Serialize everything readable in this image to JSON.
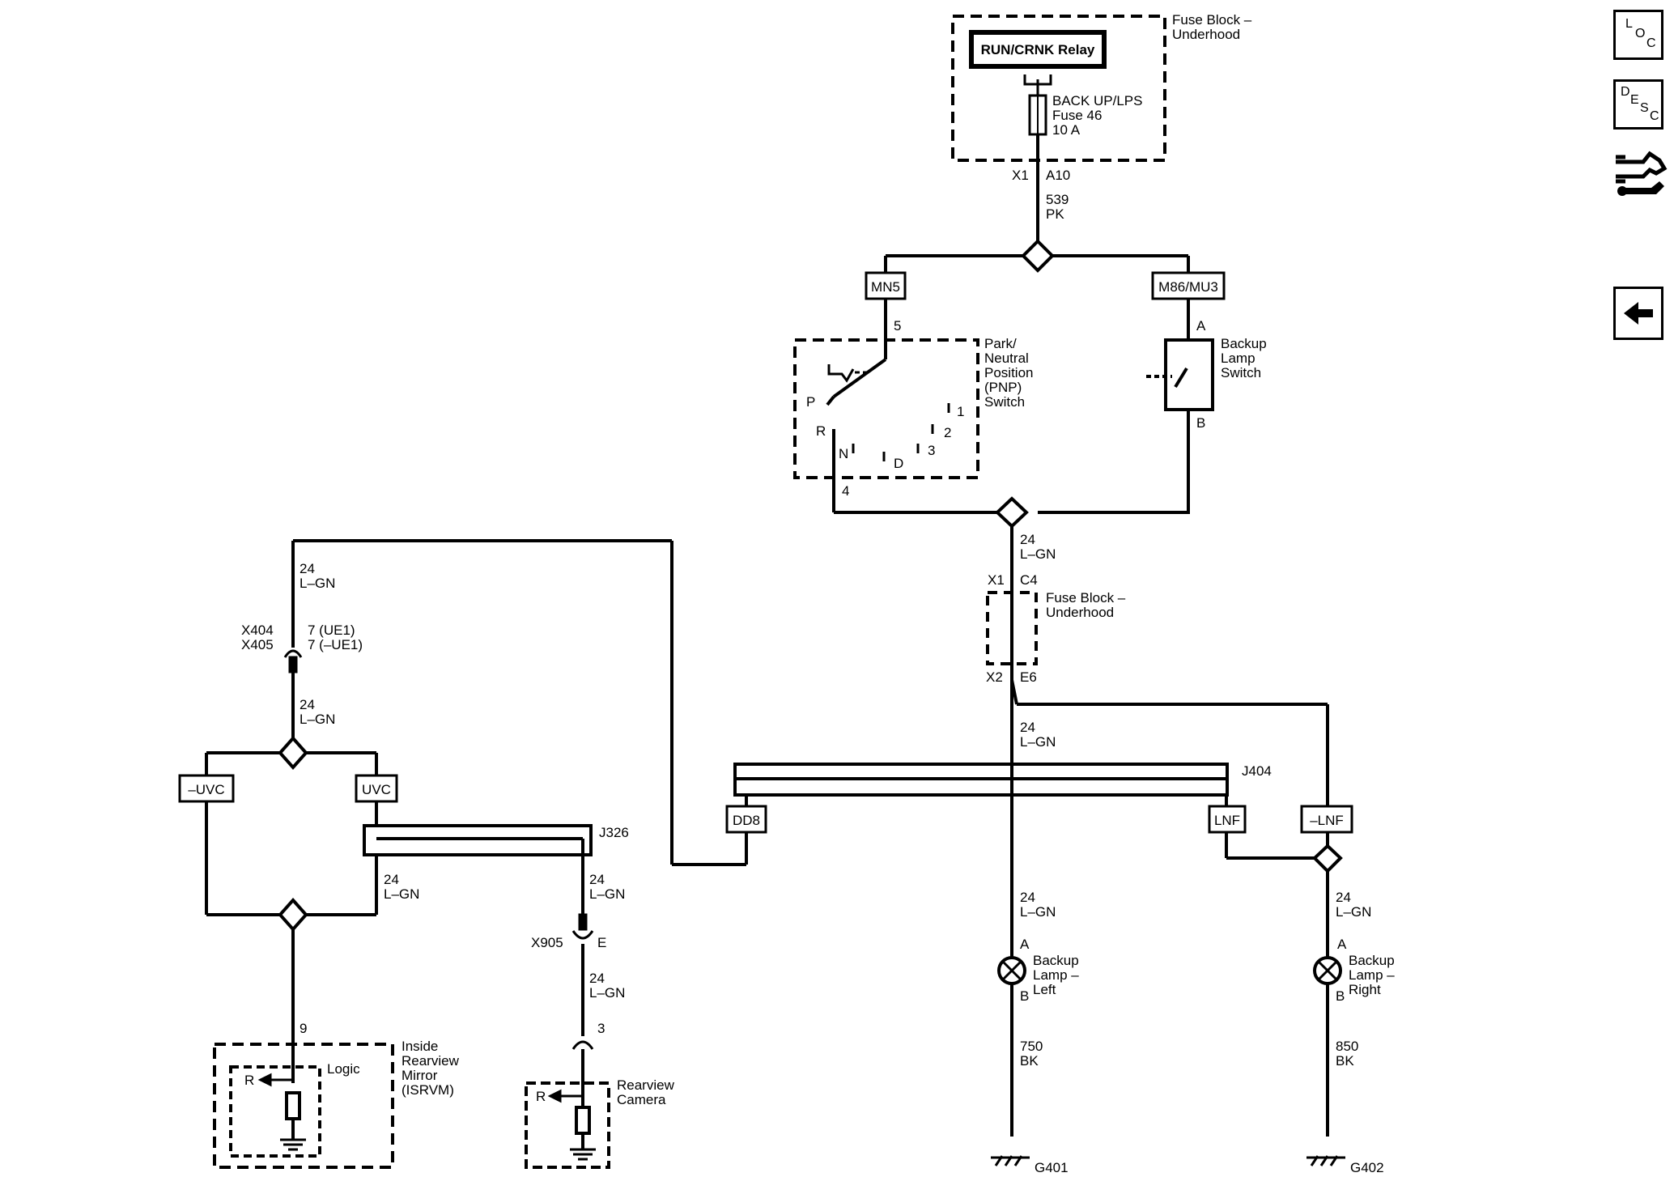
{
  "nav": {
    "loc": {
      "l1": "L",
      "l2": "O",
      "l3": "C"
    },
    "desc": {
      "l1": "D",
      "l2": "E",
      "l3": "S",
      "l4": "C"
    },
    "connector_icon": "connector-wrench-icon",
    "back_icon": "left-arrow-icon"
  },
  "fuse_block_top": {
    "label_line1": "Fuse Block –",
    "label_line2": "Underhood",
    "relay": "RUN/CRNK Relay",
    "fuse_line1": "BACK UP/LPS",
    "fuse_line2": "Fuse 46",
    "fuse_line3": "10 A",
    "pin_x1": "X1",
    "pin_a10": "A10"
  },
  "wire_539": {
    "num": "539",
    "color": "PK"
  },
  "options": {
    "mn5": "MN5",
    "m86": "M86/MU3"
  },
  "pnp": {
    "pin5": "5",
    "pin4": "4",
    "line1": "Park/",
    "line2": "Neutral",
    "line3": "Position",
    "line4": "(PNP)",
    "line5": "Switch",
    "p": "P",
    "r": "R",
    "n": "N",
    "d": "D",
    "g1": "1",
    "g2": "2",
    "g3": "3"
  },
  "backup_switch": {
    "pin_a": "A",
    "pin_b": "B",
    "line1": "Backup",
    "line2": "Lamp",
    "line3": "Switch"
  },
  "wire_24": {
    "num": "24",
    "color": "L–GN"
  },
  "fuse_block_mid": {
    "x1": "X1",
    "c4": "C4",
    "x2": "X2",
    "e6": "E6",
    "line1": "Fuse Block –",
    "line2": "Underhood"
  },
  "x404": {
    "c1": "X404",
    "c2": "X405",
    "p1": "7 (UE1)",
    "p2": "7 (–UE1)"
  },
  "option_boxes": {
    "nuvc": "–UVC",
    "uvc": "UVC",
    "dd8": "DD8",
    "lnf": "LNF",
    "nlnf": "–LNF"
  },
  "splices": {
    "j326": "J326",
    "j404": "J404"
  },
  "x905": {
    "conn": "X905",
    "pin": "E"
  },
  "isrvm": {
    "pin": "9",
    "line1": "Inside",
    "line2": "Rearview",
    "line3": "Mirror",
    "line4": "(ISRVM)",
    "logic": "Logic",
    "r": "R"
  },
  "camera": {
    "pin": "3",
    "line1": "Rearview",
    "line2": "Camera",
    "r": "R"
  },
  "lamp_left": {
    "a": "A",
    "b": "B",
    "line1": "Backup",
    "line2": "Lamp –",
    "line3": "Left",
    "wire_num": "750",
    "wire_color": "BK",
    "ground": "G401"
  },
  "lamp_right": {
    "a": "A",
    "b": "B",
    "line1": "Backup",
    "line2": "Lamp –",
    "line3": "Right",
    "wire_num": "850",
    "wire_color": "BK",
    "ground": "G402"
  }
}
